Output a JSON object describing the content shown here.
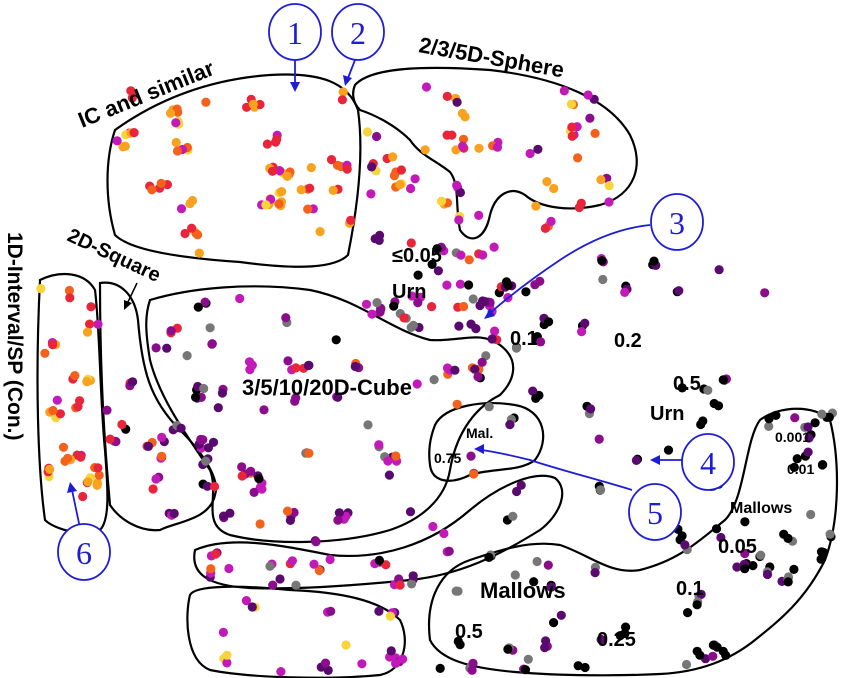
{
  "regions": {
    "ic": "IC and similar",
    "sphere": "2/3/5D-Sphere",
    "square": "2D-Square",
    "interval": "1D-Interval/SP (Con.)",
    "cube": "3/5/10/20D-Cube",
    "urn_low_p": "≤0.05",
    "urn_low": "Urn",
    "urn_01": "0.1",
    "urn_02": "0.2",
    "urn_05": "0.5",
    "urn_high": "Urn",
    "mal_small": "Mal.",
    "mal_small_p": "0.75",
    "mallows_right": "Mallows",
    "m_0001": "0.001",
    "m_001": "0.01",
    "m_005": "0.05",
    "m_01": "0.1",
    "mallows_bottom": "Mallows",
    "mb_05": "0.5",
    "mb_025": "0.25"
  },
  "callouts": [
    "1",
    "2",
    "3",
    "4",
    "5",
    "6"
  ],
  "colors": {
    "point_palette": [
      "#000000",
      "#5a0a6e",
      "#8b0d8b",
      "#c21ab8",
      "#e8253a",
      "#f4611a",
      "#f9a21e",
      "#f7d33c",
      "#777777"
    ],
    "callout": "#1d1dd6"
  }
}
